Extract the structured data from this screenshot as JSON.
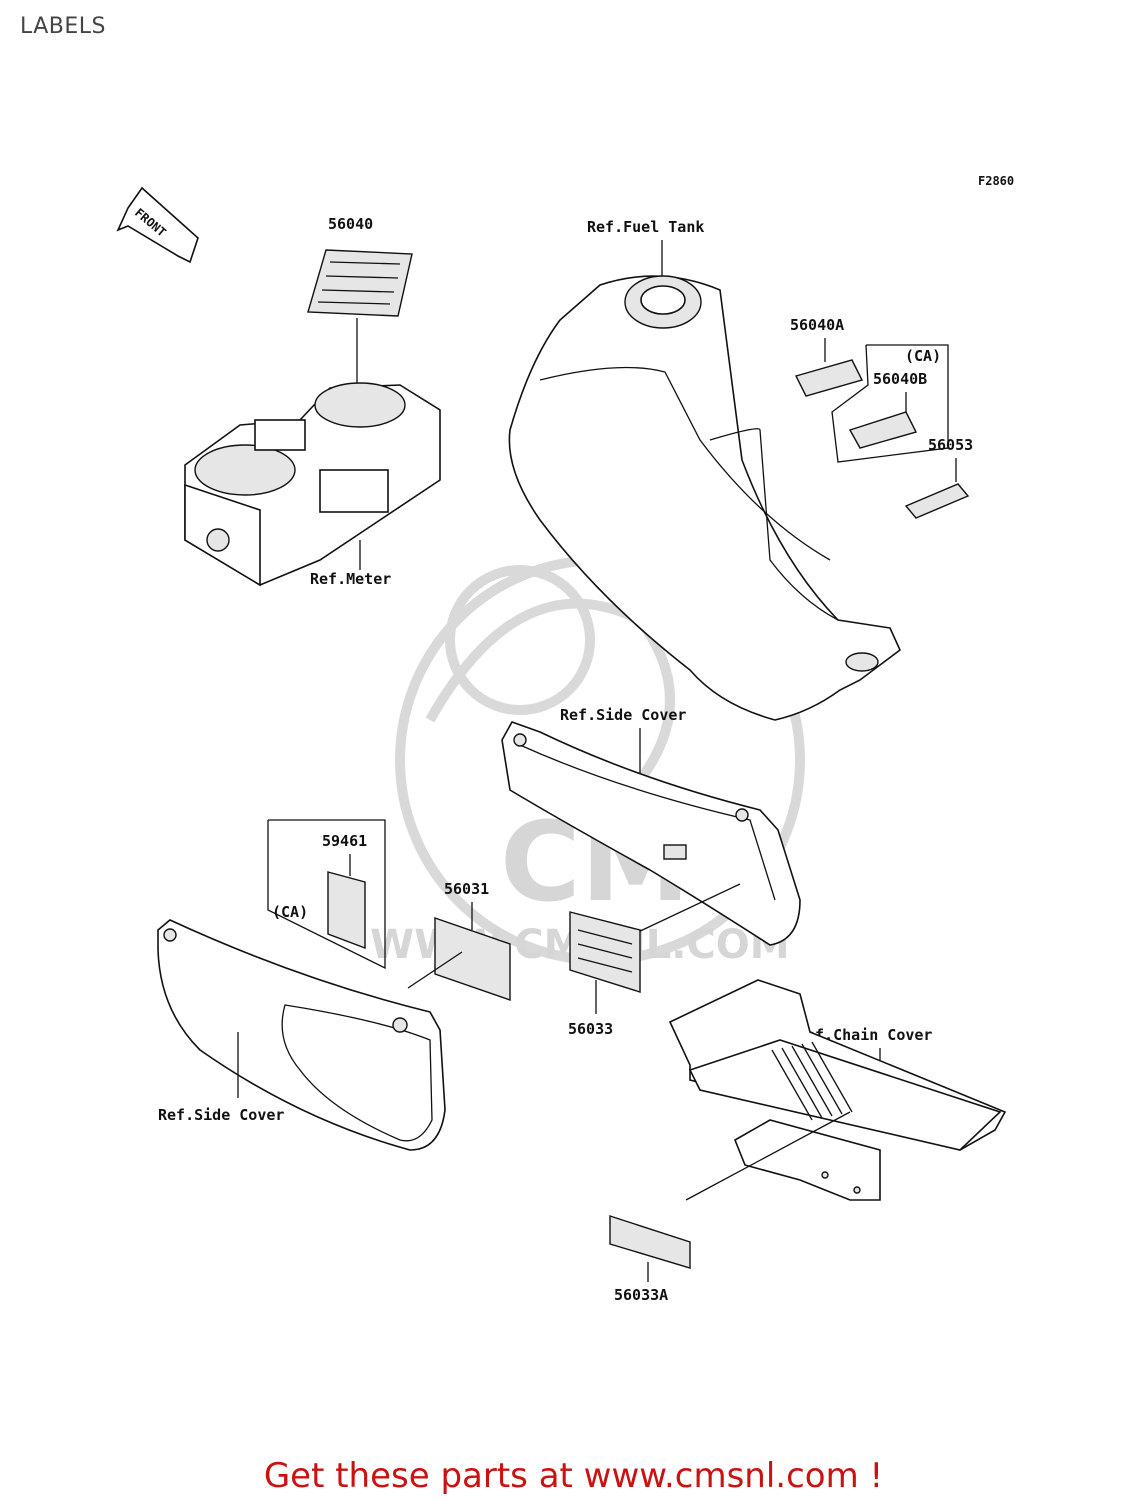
{
  "page": {
    "title": "LABELS"
  },
  "diagram": {
    "figure_code": "F2860",
    "front_arrow_text": "FRONT",
    "labels": {
      "p56040": "56040",
      "ref_fuel_tank": "Ref.Fuel Tank",
      "p56040a": "56040A",
      "ca_top": "(CA)",
      "p56040b": "56040B",
      "p56053": "56053",
      "ref_meter": "Ref.Meter",
      "ref_side_cover_right": "Ref.Side Cover",
      "p59461": "59461",
      "ca_left": "(CA)",
      "p56031": "56031",
      "p56033": "56033",
      "ref_chain_cover": "Ref.Chain Cover",
      "ref_side_cover_left": "Ref.Side Cover",
      "p56033a": "56033A"
    },
    "watermark": {
      "logo_text": "CMS",
      "url_text": "WWW.CMSNL.COM"
    }
  },
  "footer": {
    "text": "Get these parts at www.cmsnl.com !"
  }
}
